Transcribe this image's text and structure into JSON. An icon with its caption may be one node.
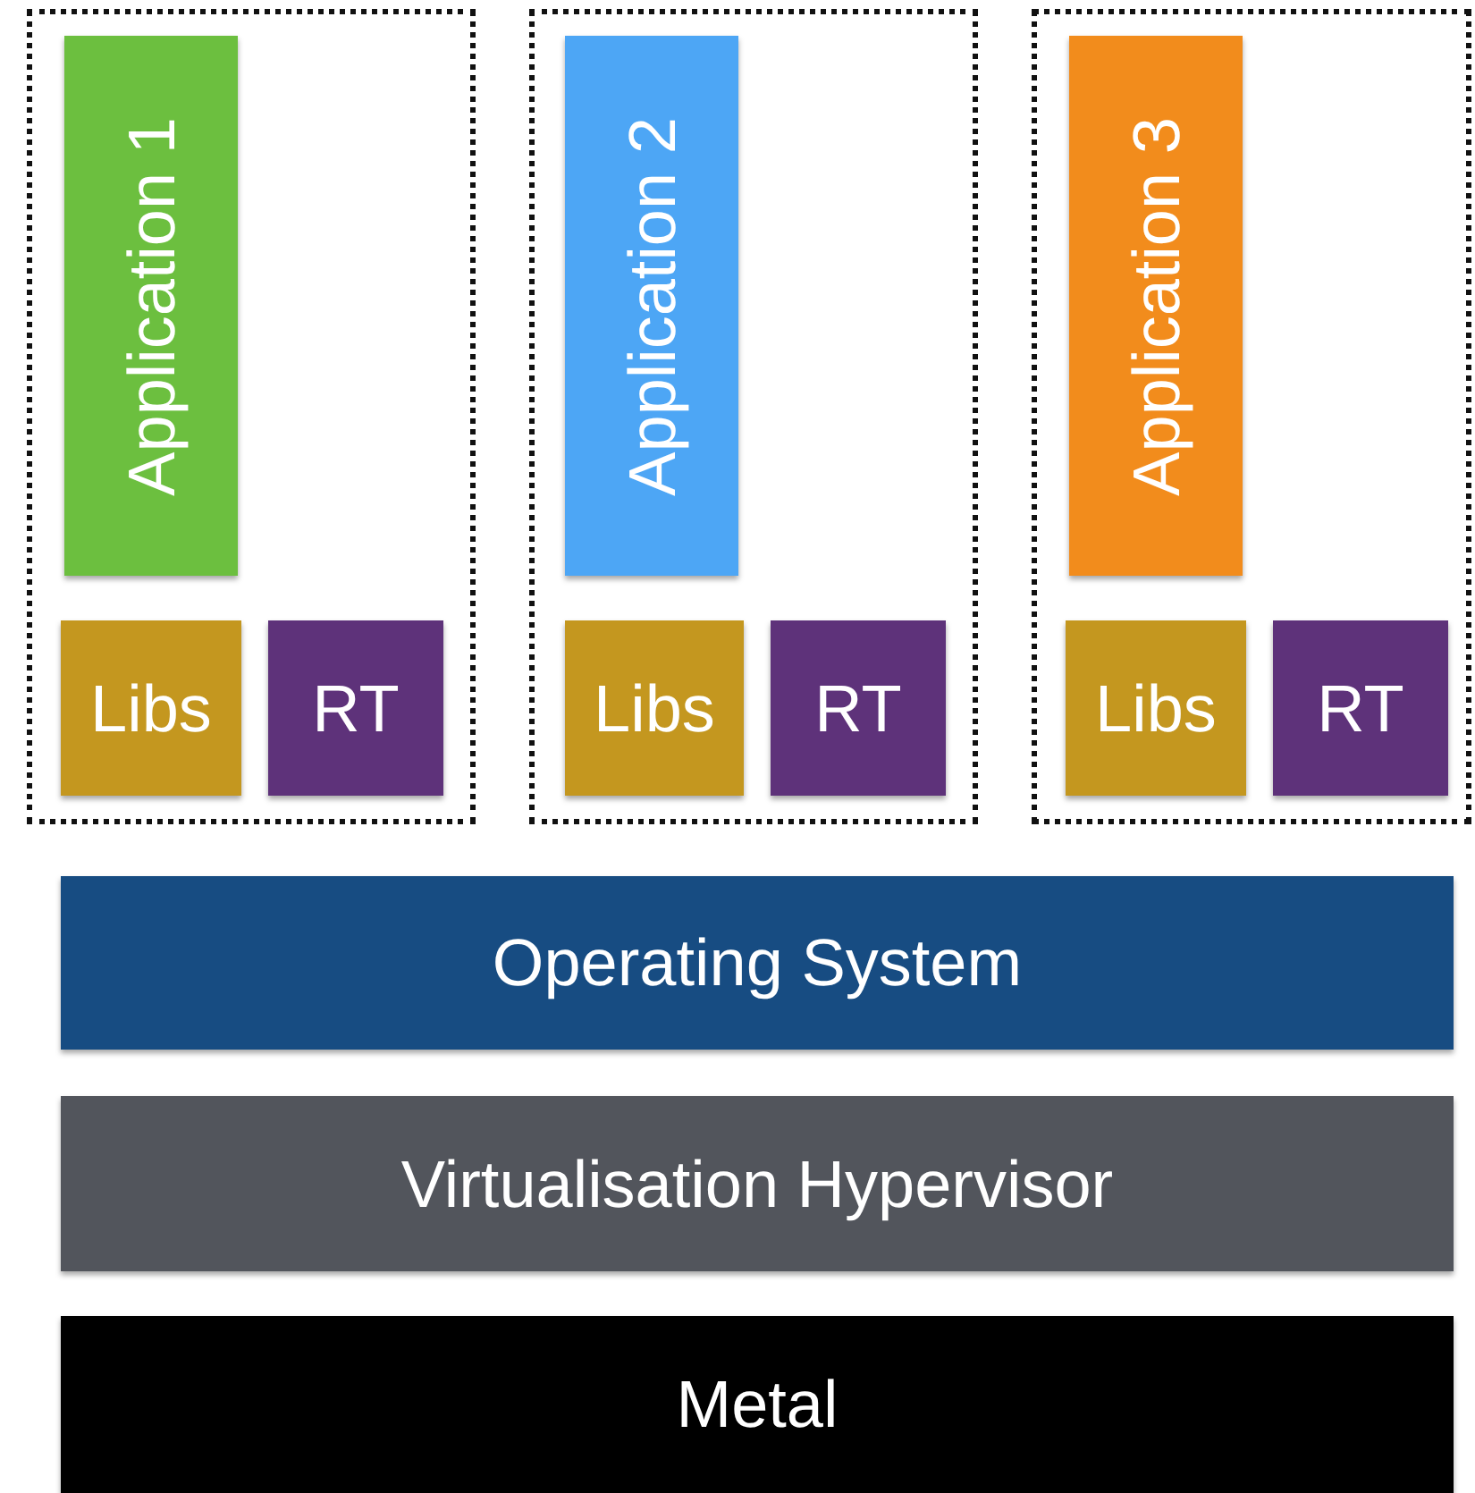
{
  "diagram": {
    "nodes": [
      {
        "text": [],
        "shape": "box"
      },
      {
        "text": [
          "Application 1"
        ],
        "in": 0
      },
      {
        "text": [
          "Libs"
        ],
        "in": 0
      },
      {
        "text": [
          "RT"
        ],
        "in": 0
      },
      {
        "text": [],
        "shape": "box"
      },
      {
        "text": [
          "Application 2"
        ],
        "in": 4
      },
      {
        "text": [
          "Libs"
        ],
        "in": 4
      },
      {
        "text": [
          "RT"
        ],
        "in": 4
      },
      {
        "text": [],
        "shape": "box"
      },
      {
        "text": [
          "Application 3"
        ],
        "in": 8
      },
      {
        "text": [
          "Libs"
        ],
        "in": 8
      },
      {
        "text": [
          "RT"
        ],
        "in": 8
      },
      {
        "text": [
          "Operating System"
        ]
      },
      {
        "text": [
          "Virtualisation Hypervisor"
        ]
      },
      {
        "text": [
          "Metal"
        ]
      }
    ]
  }
}
